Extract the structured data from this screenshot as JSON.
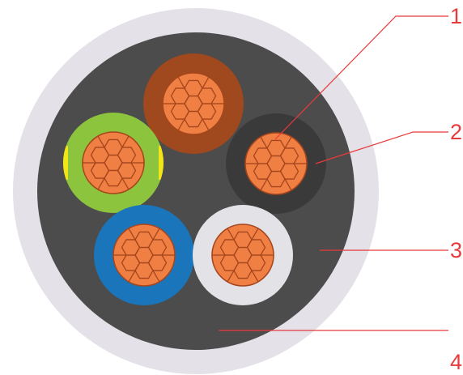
{
  "callouts": [
    {
      "label": "1"
    },
    {
      "label": "2"
    },
    {
      "label": "3"
    },
    {
      "label": "4"
    }
  ],
  "colors": {
    "background": "#ffffff",
    "outer_sheath": "#e4e1e8",
    "inner_filler": "#4c4c4c",
    "copper": "#f07f44",
    "copper_outline": "#a5451c",
    "callout": "#e83a3a",
    "core_brown": "#a0481e",
    "core_black": "#3a3a3a",
    "core_green": "#8dc43e",
    "core_yellow": "#f2e416",
    "core_blue": "#1a75bb",
    "core_grey": "#e3e2e7"
  },
  "cores": [
    {
      "name": "core-brown",
      "insulation": "brown"
    },
    {
      "name": "core-black",
      "insulation": "black"
    },
    {
      "name": "core-green-yellow",
      "insulation": "green-yellow"
    },
    {
      "name": "core-blue",
      "insulation": "blue"
    },
    {
      "name": "core-grey",
      "insulation": "grey"
    }
  ]
}
